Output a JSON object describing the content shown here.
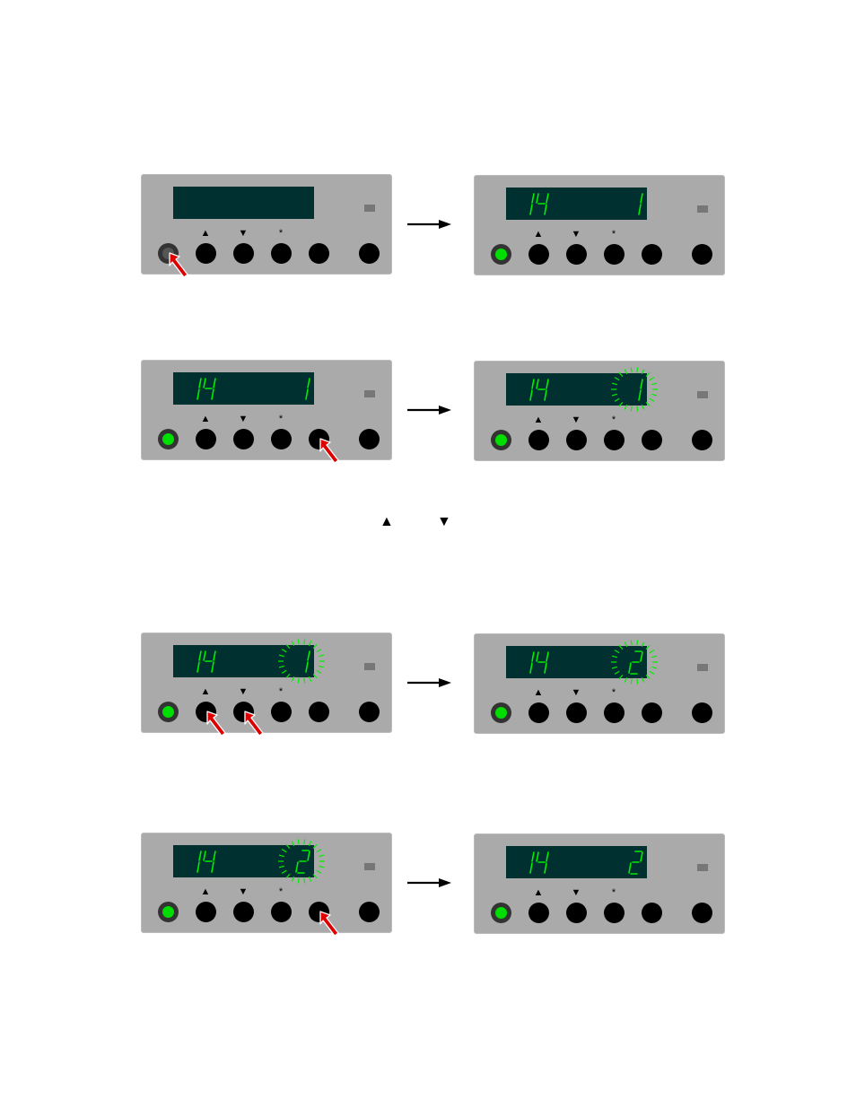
{
  "colors": {
    "panel": "#aaaaaa",
    "display_bg": "#013030",
    "segment": "#00ee00",
    "power_led_on": "#00dd00",
    "power_led_off": "#555555",
    "pointer_fill": "#dd0000"
  },
  "key_labels": {
    "up": "▲",
    "down": "▼",
    "star": "*"
  },
  "legend": {
    "up_icon": "▲",
    "down_icon": "▼"
  },
  "steps": [
    {
      "before": {
        "power_on": false,
        "left": "",
        "right": "",
        "blink": false,
        "pressed": [
          "power"
        ]
      },
      "after": {
        "power_on": true,
        "left": "14",
        "right": "1",
        "blink": false
      }
    },
    {
      "before": {
        "power_on": true,
        "left": "14",
        "right": "1",
        "blink": false,
        "pressed": [
          "k5"
        ]
      },
      "after": {
        "power_on": true,
        "left": "14",
        "right": "1",
        "blink": true
      }
    },
    {
      "before": {
        "power_on": true,
        "left": "14",
        "right": "1",
        "blink": true,
        "pressed": [
          "up",
          "down"
        ]
      },
      "after": {
        "power_on": true,
        "left": "14",
        "right": "2",
        "blink": true
      }
    },
    {
      "before": {
        "power_on": true,
        "left": "14",
        "right": "2",
        "blink": true,
        "pressed": [
          "k5"
        ]
      },
      "after": {
        "power_on": true,
        "left": "14",
        "right": "2",
        "blink": false
      }
    }
  ]
}
